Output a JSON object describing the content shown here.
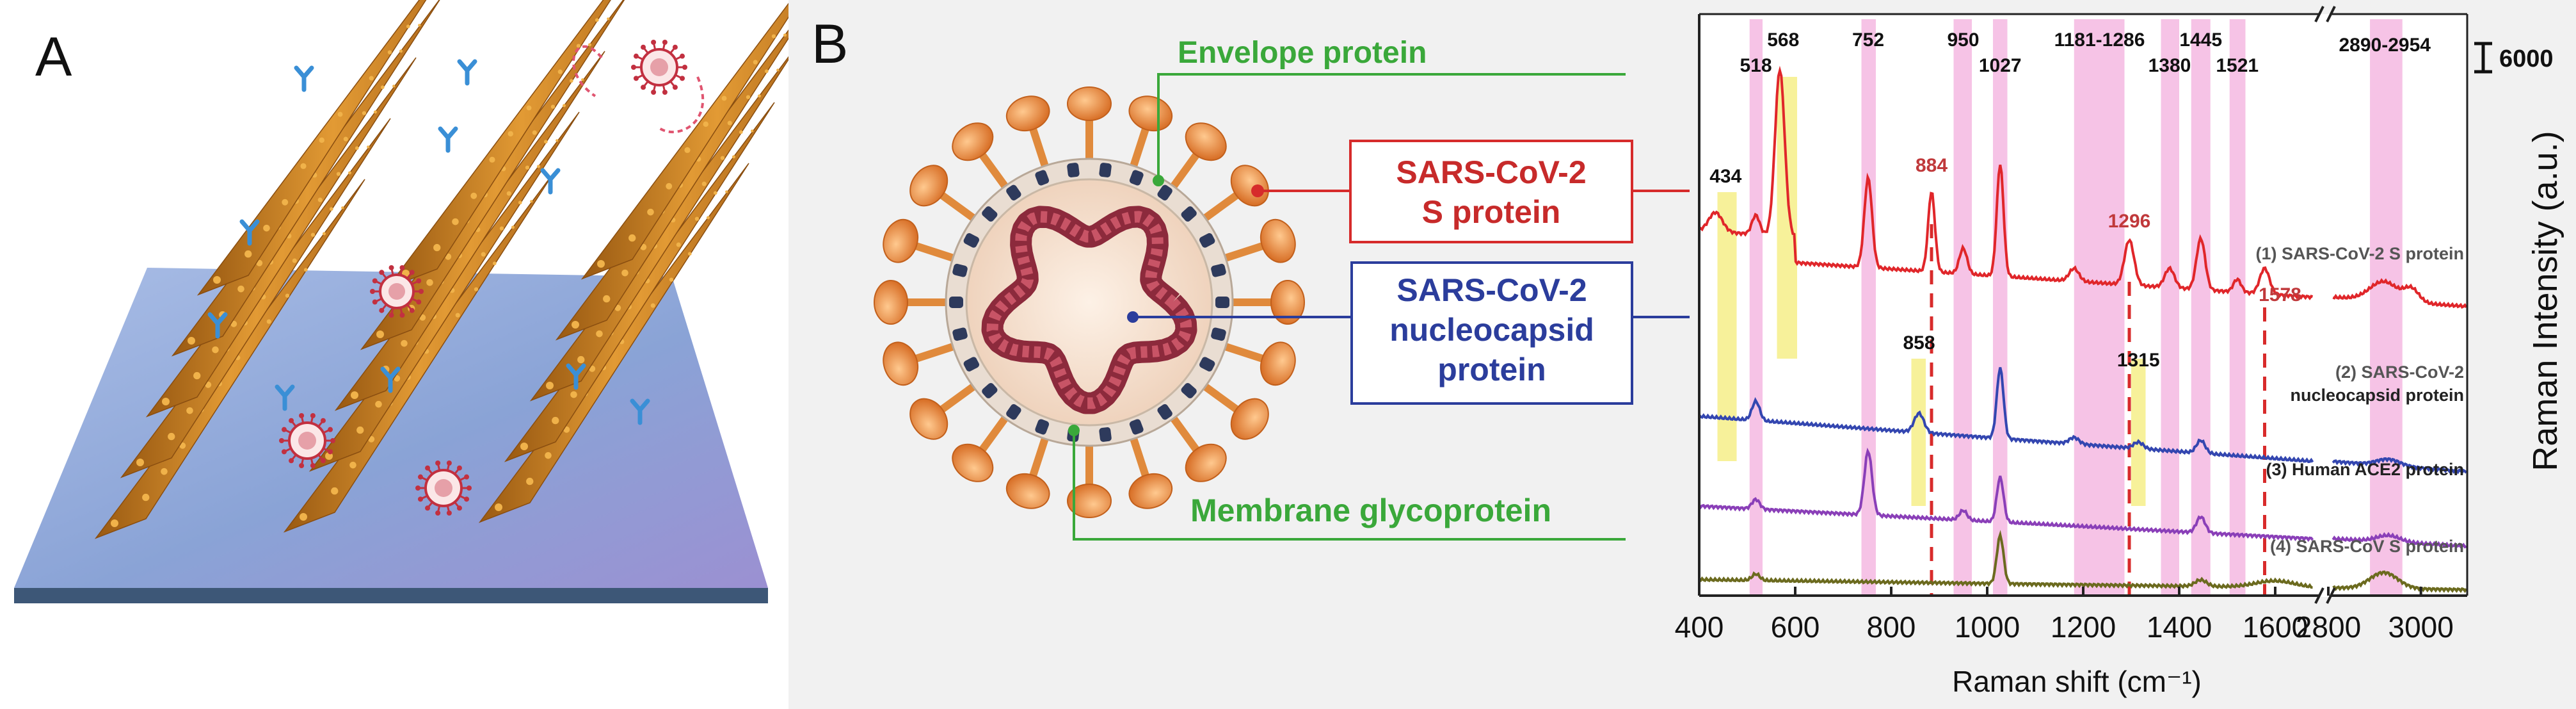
{
  "panels": {
    "a_label": "A",
    "b_label": "B"
  },
  "virus_labels": {
    "envelope": "Envelope protein",
    "s_protein_line1": "SARS-CoV-2",
    "s_protein_line2": "S protein",
    "nucleocapsid_line1": "SARS-CoV-2",
    "nucleocapsid_line2": "nucleocapsid",
    "nucleocapsid_line3": "protein",
    "membrane": "Membrane glycoprotein"
  },
  "colors": {
    "envelope_green": "#3aa83a",
    "s_protein_red": "#d62b2b",
    "nucleocapsid_blue": "#2b3d9c",
    "pink_band": "#f6c3e6",
    "yellow_band": "#f7f19a",
    "spectrum_1": "#e0262a",
    "spectrum_2": "#3346b0",
    "spectrum_3": "#8a3fb8",
    "spectrum_4": "#6b6a1e",
    "substrate": "#8fa8d8",
    "needle": "#d4892a"
  },
  "chart_data": {
    "type": "line",
    "xlabel": "Raman shift (cm⁻¹)",
    "ylabel": "Raman Intensity (a.u.)",
    "scale_bar": "6000",
    "axis_break": "//",
    "x_segments": [
      {
        "range": [
          400,
          1700
        ],
        "ticks": [
          400,
          600,
          800,
          1000,
          1200,
          1400,
          1600
        ]
      },
      {
        "range": [
          2800,
          3100
        ],
        "ticks": [
          2800,
          3000
        ]
      }
    ],
    "tick_labels": [
      "400",
      "600",
      "800",
      "1000",
      "1200",
      "1400",
      "1600",
      "2800",
      "3000"
    ],
    "pink_bands": [
      {
        "label": "518",
        "from": 505,
        "to": 532
      },
      {
        "label": "752",
        "from": 738,
        "to": 768
      },
      {
        "label": "950",
        "from": 930,
        "to": 968
      },
      {
        "label": "1027",
        "from": 1012,
        "to": 1042
      },
      {
        "label": "1181-1286",
        "from": 1181,
        "to": 1286
      },
      {
        "label": "1380",
        "from": 1362,
        "to": 1400
      },
      {
        "label": "1445",
        "from": 1425,
        "to": 1465
      },
      {
        "label": "1521",
        "from": 1505,
        "to": 1538
      },
      {
        "label": "2890-2954",
        "from": 2890,
        "to": 2960
      }
    ],
    "top_labels": [
      "518",
      "568",
      "752",
      "950",
      "1027",
      "1181-1286",
      "1380",
      "1445",
      "1521",
      "2890-2954"
    ],
    "yellow_bands": [
      {
        "label": "434",
        "from": 438,
        "to": 478,
        "span": "full"
      },
      {
        "label": "568",
        "from": 562,
        "to": 604,
        "span": "upper"
      },
      {
        "label": "858",
        "from": 842,
        "to": 872,
        "span": "middle"
      },
      {
        "label": "1315",
        "from": 1300,
        "to": 1330,
        "span": "middle"
      }
    ],
    "red_peaks": [
      {
        "label": "884",
        "x": 884
      },
      {
        "label": "1296",
        "x": 1296
      },
      {
        "label": "1578",
        "x": 1578
      }
    ],
    "inline_peak_labels": [
      "434",
      "858",
      "1315"
    ],
    "series": [
      {
        "name": "(1) SARS-CoV-2 S protein",
        "label_lines": [
          "(1) SARS-CoV-2 S protein"
        ]
      },
      {
        "name": "(2) SARS-CoV-2 nucleocapsid protein",
        "label_lines": [
          "(2) SARS-CoV-2",
          "nucleocapsid protein"
        ]
      },
      {
        "name": "(3) Human ACE2 protein",
        "label_lines": [
          "(3) Human ACE2 protein"
        ]
      },
      {
        "name": "(4) SARS-CoV S protein",
        "label_lines": [
          "(4) SARS-CoV S protein"
        ]
      }
    ]
  }
}
